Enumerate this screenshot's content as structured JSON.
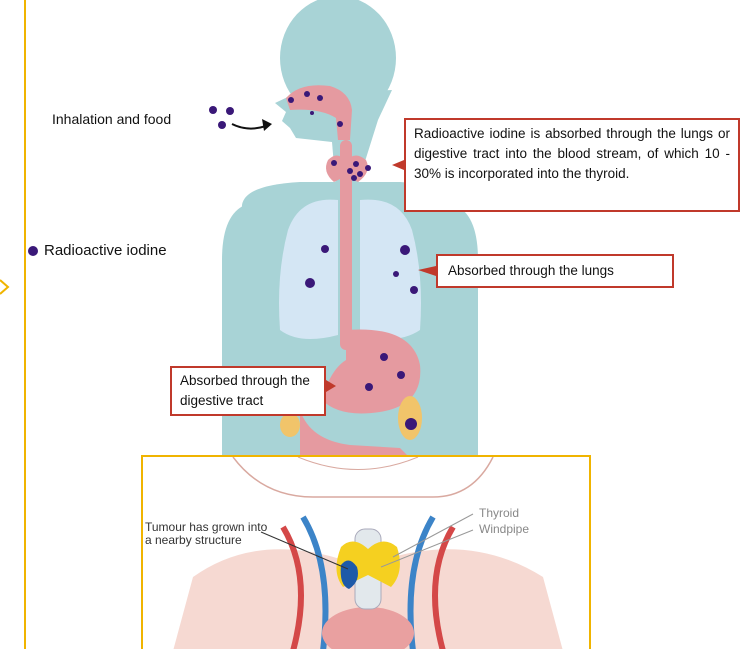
{
  "labels": {
    "inhalation": "Inhalation and food",
    "legend": "Radioactive iodine"
  },
  "callouts": {
    "blood": "Radioactive iodine is absorbed through the lungs or digestive tract into the blood stream, of which 10 - 30% is incorporated into the thyroid.",
    "lungs": "Absorbed through the lungs",
    "digestive": "Absorbed through the digestive tract"
  },
  "inset": {
    "tumour": "Tumour has grown into a nearby structure",
    "thyroid": "Thyroid",
    "windpipe": "Windpipe"
  },
  "colors": {
    "body": "#a8d3d6",
    "lungs": "#d4e6f4",
    "organ": "#e59aa0",
    "iodine": "#3a1878",
    "callout_border": "#c0392b",
    "inset_border": "#f0b400",
    "frame_accent": "#f0b400",
    "thyroid_yellow": "#f5d020",
    "tumour_blue": "#1e5aa8"
  }
}
